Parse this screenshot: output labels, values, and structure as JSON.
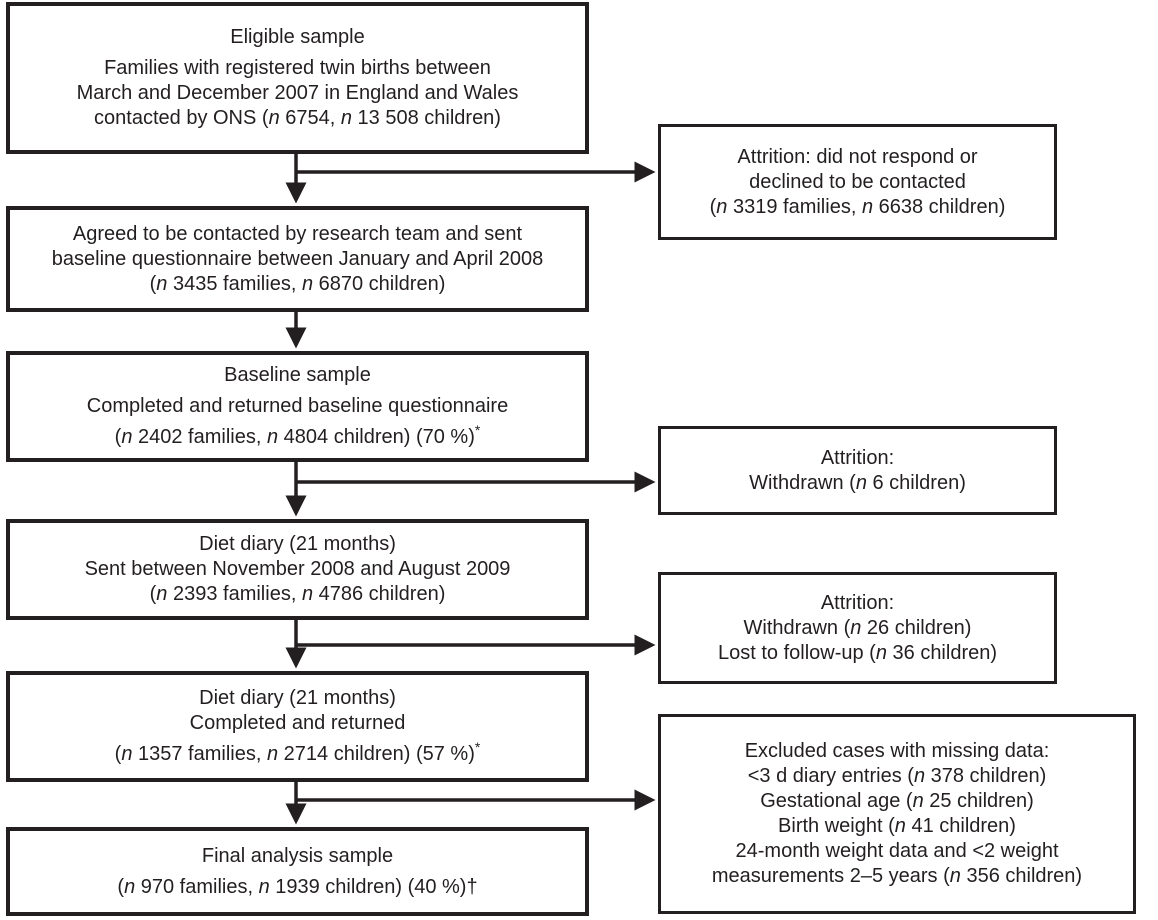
{
  "main_boxes": [
    {
      "id": "eligible",
      "lines": [
        [
          "Eligible sample"
        ],
        [
          "Families with registered twin births between"
        ],
        [
          "March and December 2007 in England and Wales"
        ],
        [
          "contacted by ONS (",
          {
            "i": "n"
          },
          " 6754, ",
          {
            "i": "n"
          },
          " 13 508 children)"
        ]
      ]
    },
    {
      "id": "agreed",
      "lines": [
        [
          "Agreed to be contacted by research team and sent"
        ],
        [
          "baseline questionnaire between January and April 2008"
        ],
        [
          "(",
          {
            "i": "n"
          },
          " 3435 families, ",
          {
            "i": "n"
          },
          " 6870 children)"
        ]
      ]
    },
    {
      "id": "baseline",
      "lines": [
        [
          "Baseline sample"
        ],
        [
          "Completed and returned baseline questionnaire"
        ],
        [
          "(",
          {
            "i": "n"
          },
          " 2402 families, ",
          {
            "i": "n"
          },
          " 4804 children) (70 %)",
          {
            "sup": "*"
          }
        ]
      ]
    },
    {
      "id": "diary-sent",
      "lines": [
        [
          "Diet diary (21 months)"
        ],
        [
          "Sent between November 2008 and August 2009"
        ],
        [
          "(",
          {
            "i": "n"
          },
          " 2393 families, ",
          {
            "i": "n"
          },
          " 4786 children)"
        ]
      ]
    },
    {
      "id": "diary-returned",
      "lines": [
        [
          "Diet diary (21 months)"
        ],
        [
          "Completed and returned"
        ],
        [
          "(",
          {
            "i": "n"
          },
          " 1357 families, ",
          {
            "i": "n"
          },
          " 2714 children) (57 %)",
          {
            "sup": "*"
          }
        ]
      ]
    },
    {
      "id": "final",
      "lines": [
        [
          "Final analysis sample"
        ],
        [
          "(",
          {
            "i": "n"
          },
          " 970 families, ",
          {
            "i": "n"
          },
          " 1939 children) (40 %)†"
        ]
      ]
    }
  ],
  "side_boxes": [
    {
      "id": "attrition-1",
      "lines": [
        [
          "Attrition: did not respond or"
        ],
        [
          "declined to be contacted"
        ],
        [
          "(",
          {
            "i": "n"
          },
          " 3319 families, ",
          {
            "i": "n"
          },
          " 6638 children)"
        ]
      ]
    },
    {
      "id": "attrition-2",
      "lines": [
        [
          "Attrition:"
        ],
        [
          "Withdrawn (",
          {
            "i": "n"
          },
          " 6 children)"
        ]
      ]
    },
    {
      "id": "attrition-3",
      "lines": [
        [
          "Attrition:"
        ],
        [
          "Withdrawn (",
          {
            "i": "n"
          },
          " 26 children)"
        ],
        [
          "Lost to follow-up (",
          {
            "i": "n"
          },
          " 36 children)"
        ]
      ]
    },
    {
      "id": "excluded",
      "lines": [
        [
          "Excluded cases with missing data:"
        ],
        [
          "<3 d diary entries (",
          {
            "i": "n"
          },
          " 378 children)"
        ],
        [
          "Gestational age (",
          {
            "i": "n"
          },
          " 25 children)"
        ],
        [
          "Birth weight (",
          {
            "i": "n"
          },
          " 41 children)"
        ],
        [
          "24-month weight data and <2 weight"
        ],
        [
          "measurements 2–5 years (",
          {
            "i": "n"
          },
          " 356 children)"
        ]
      ]
    }
  ]
}
